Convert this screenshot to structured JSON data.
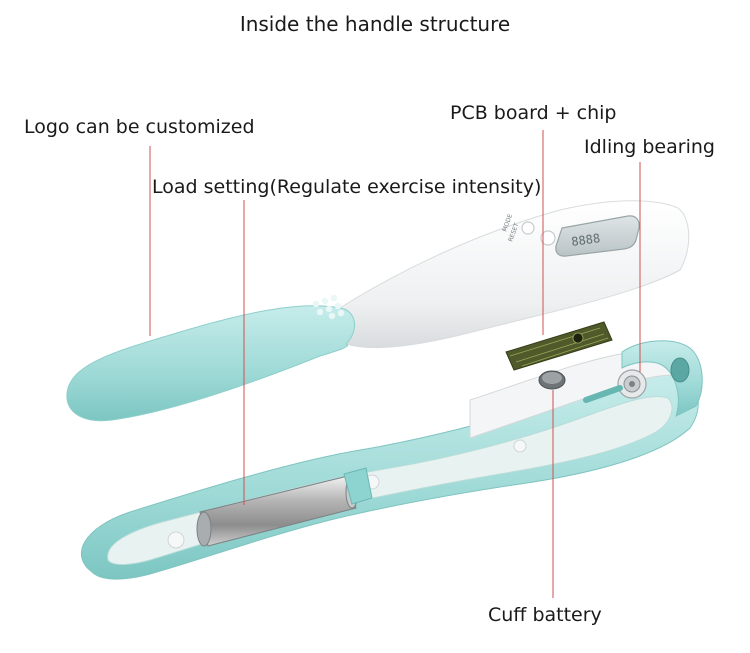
{
  "title": "Inside the handle structure",
  "labels": {
    "logo": "Logo can be customized",
    "load_setting": "Load setting(Regulate exercise intensity)",
    "pcb": "PCB board + chip",
    "bearing": "Idling bearing",
    "battery": "Cuff battery"
  },
  "device": {
    "reset_button": "RESET",
    "mode_button": "MODE",
    "lcd_digits": "8888"
  },
  "colors": {
    "accent_teal": "#a8dfdd",
    "leader_line": "#d05050",
    "shell_white": "#f4f5f5"
  }
}
